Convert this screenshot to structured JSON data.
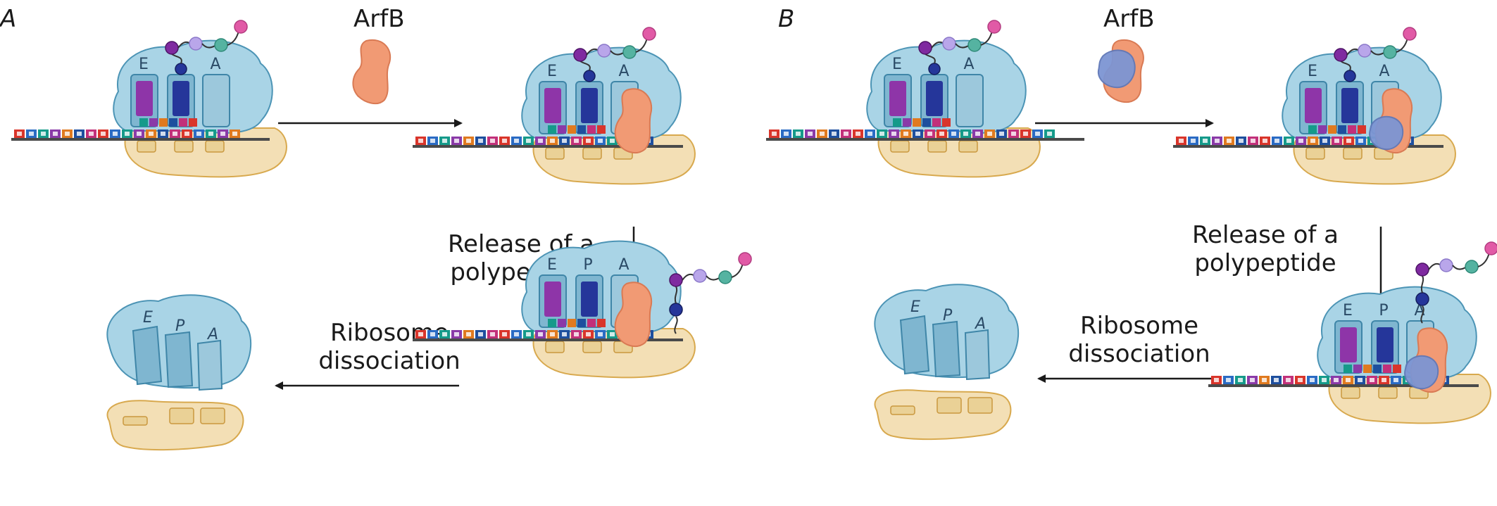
{
  "panels": {
    "left_letter": "A",
    "right_letter": "B"
  },
  "labels": {
    "arfb": "ArfB",
    "release_line1": "Release of a",
    "release_line2": "polypeptide",
    "dissoc_line1": "Ribosome",
    "dissoc_line2": "dissociation"
  },
  "sites": {
    "e": "E",
    "p": "P",
    "a": "A"
  },
  "colors": {
    "large_subunit": "#a9d4e6",
    "small_subunit": "#f3dfb5",
    "trna_e": "#8e35a8",
    "trna_p": "#25369a",
    "arfb": "#f19a74",
    "arfb_domain": "#7d95d3",
    "aa_purple": "#7f2aa0",
    "aa_lilac": "#b9a6ea",
    "aa_teal": "#55b3a1",
    "aa_pink": "#e15aa6"
  }
}
